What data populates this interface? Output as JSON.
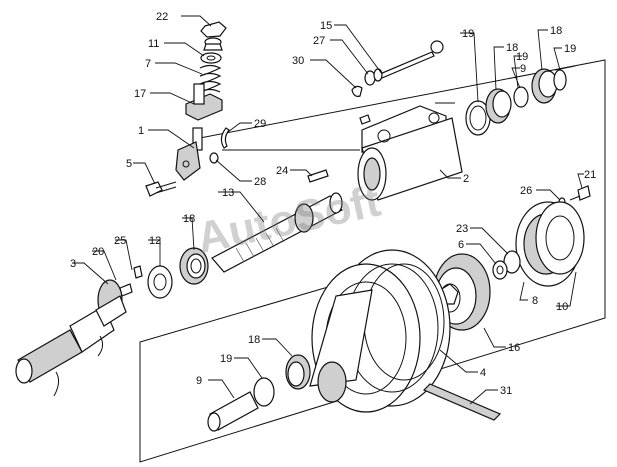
{
  "watermark": "AutoSoft",
  "callouts": [
    {
      "id": "c22",
      "text": "22"
    },
    {
      "id": "c11",
      "text": "11"
    },
    {
      "id": "c7",
      "text": "7"
    },
    {
      "id": "c17",
      "text": "17"
    },
    {
      "id": "c1",
      "text": "1"
    },
    {
      "id": "c5",
      "text": "5"
    },
    {
      "id": "c29",
      "text": "29"
    },
    {
      "id": "c28",
      "text": "28"
    },
    {
      "id": "c15",
      "text": "15"
    },
    {
      "id": "c27",
      "text": "27"
    },
    {
      "id": "c30",
      "text": "30"
    },
    {
      "id": "c19a",
      "text": "19"
    },
    {
      "id": "c18a",
      "text": "18"
    },
    {
      "id": "c19b",
      "text": "19"
    },
    {
      "id": "c9a",
      "text": "9"
    },
    {
      "id": "c18b",
      "text": "18"
    },
    {
      "id": "c19c",
      "text": "19"
    },
    {
      "id": "c2",
      "text": "2"
    },
    {
      "id": "c24",
      "text": "24"
    },
    {
      "id": "c13",
      "text": "13"
    },
    {
      "id": "c18c",
      "text": "18"
    },
    {
      "id": "c25",
      "text": "25"
    },
    {
      "id": "c12",
      "text": "12"
    },
    {
      "id": "c20",
      "text": "20"
    },
    {
      "id": "c3",
      "text": "3"
    },
    {
      "id": "c21",
      "text": "21"
    },
    {
      "id": "c26",
      "text": "26"
    },
    {
      "id": "c23",
      "text": "23"
    },
    {
      "id": "c6",
      "text": "6"
    },
    {
      "id": "c8",
      "text": "8"
    },
    {
      "id": "c10",
      "text": "10"
    },
    {
      "id": "c16",
      "text": "16"
    },
    {
      "id": "c4",
      "text": "4"
    },
    {
      "id": "c31",
      "text": "31"
    },
    {
      "id": "c18d",
      "text": "18"
    },
    {
      "id": "c19d",
      "text": "19"
    },
    {
      "id": "c9b",
      "text": "9"
    }
  ]
}
